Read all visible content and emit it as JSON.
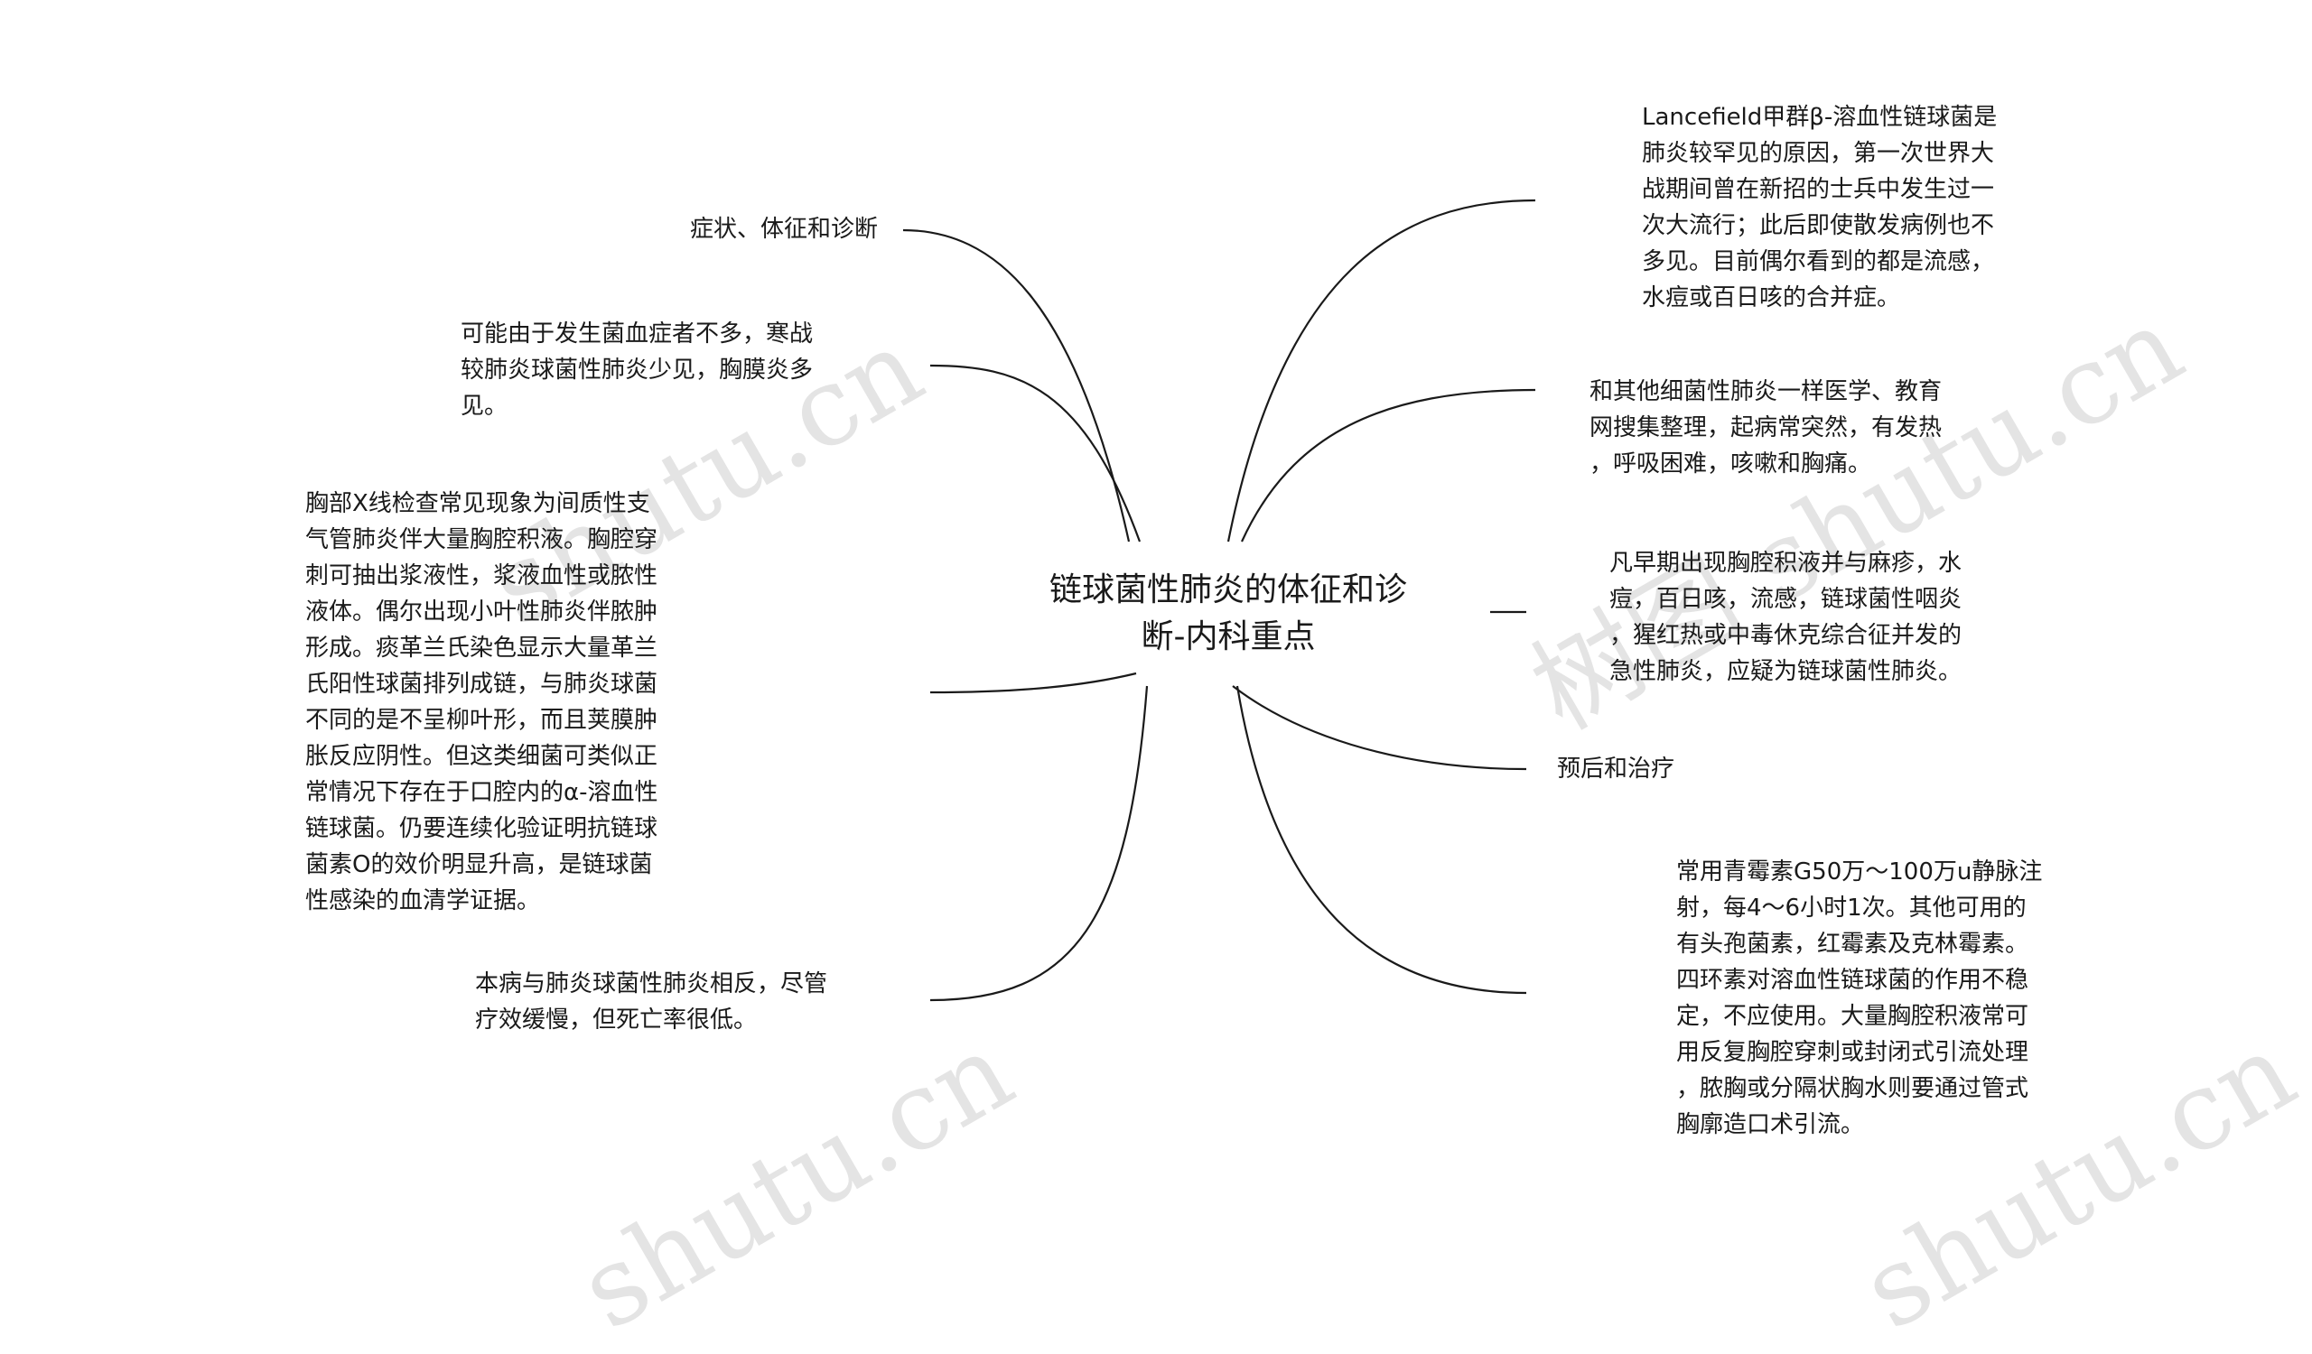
{
  "watermarks": [
    "shutu.cn",
    "树图 shutu.cn",
    "shutu.cn",
    "shutu.cn"
  ],
  "center": "链球菌性肺炎的体征和诊\n断-内科重点",
  "left_nodes": [
    "症状、体征和诊断",
    "可能由于发生菌血症者不多，寒战\n较肺炎球菌性肺炎少见，胸膜炎多\n见。",
    "胸部X线检查常见现象为间质性支\n气管肺炎伴大量胸腔积液。胸腔穿\n刺可抽出浆液性，浆液血性或脓性\n液体。偶尔出现小叶性肺炎伴脓肿\n形成。痰革兰氏染色显示大量革兰\n氏阳性球菌排列成链，与肺炎球菌\n不同的是不呈柳叶形，而且荚膜肿\n胀反应阴性。但这类细菌可类似正\n常情况下存在于口腔内的α-溶血性\n链球菌。仍要连续化验证明抗链球\n菌素O的效价明显升高，是链球菌\n性感染的血清学证据。",
    "本病与肺炎球菌性肺炎相反，尽管\n疗效缓慢，但死亡率很低。"
  ],
  "right_nodes": [
    "Lancefield甲群β-溶血性链球菌是\n肺炎较罕见的原因，第一次世界大\n战期间曾在新招的士兵中发生过一\n次大流行；此后即使散发病例也不\n多见。目前偶尔看到的都是流感，\n水痘或百日咳的合并症。",
    "和其他细菌性肺炎一样医学、教育\n网搜集整理，起病常突然，有发热\n，呼吸困难，咳嗽和胸痛。",
    "凡早期出现胸腔积液并与麻疹，水\n痘，百日咳，流感，链球菌性咽炎\n，猩红热或中毒休克综合征并发的\n急性肺炎，应疑为链球菌性肺炎。",
    "预后和治疗",
    "常用青霉素G50万～100万u静脉注\n射，每4～6小时1次。其他可用的\n有头孢菌素，红霉素及克林霉素。\n四环素对溶血性链球菌的作用不稳\n定，不应使用。大量胸腔积液常可\n用反复胸腔穿刺或封闭式引流处理\n，脓胸或分隔状胸水则要通过管式\n胸廓造口术引流。"
  ],
  "colors": {
    "line": "#1a1a1a",
    "text": "#1a1a1a",
    "watermark": "#e4e4e4"
  }
}
